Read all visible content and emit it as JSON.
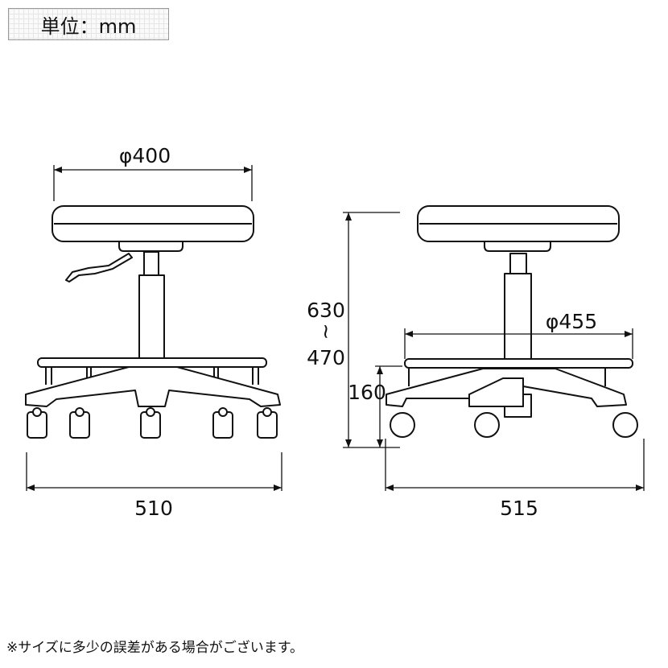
{
  "unit_label": "単位：mm",
  "dimensions": {
    "seat_diameter": "φ400",
    "front_width": "510",
    "height_max": "630",
    "height_sep": "~",
    "height_min": "470",
    "footrest_height": "160",
    "footrest_diameter": "φ455",
    "side_width": "515"
  },
  "note": "※サイズに多少の誤差がある場合がございます。"
}
